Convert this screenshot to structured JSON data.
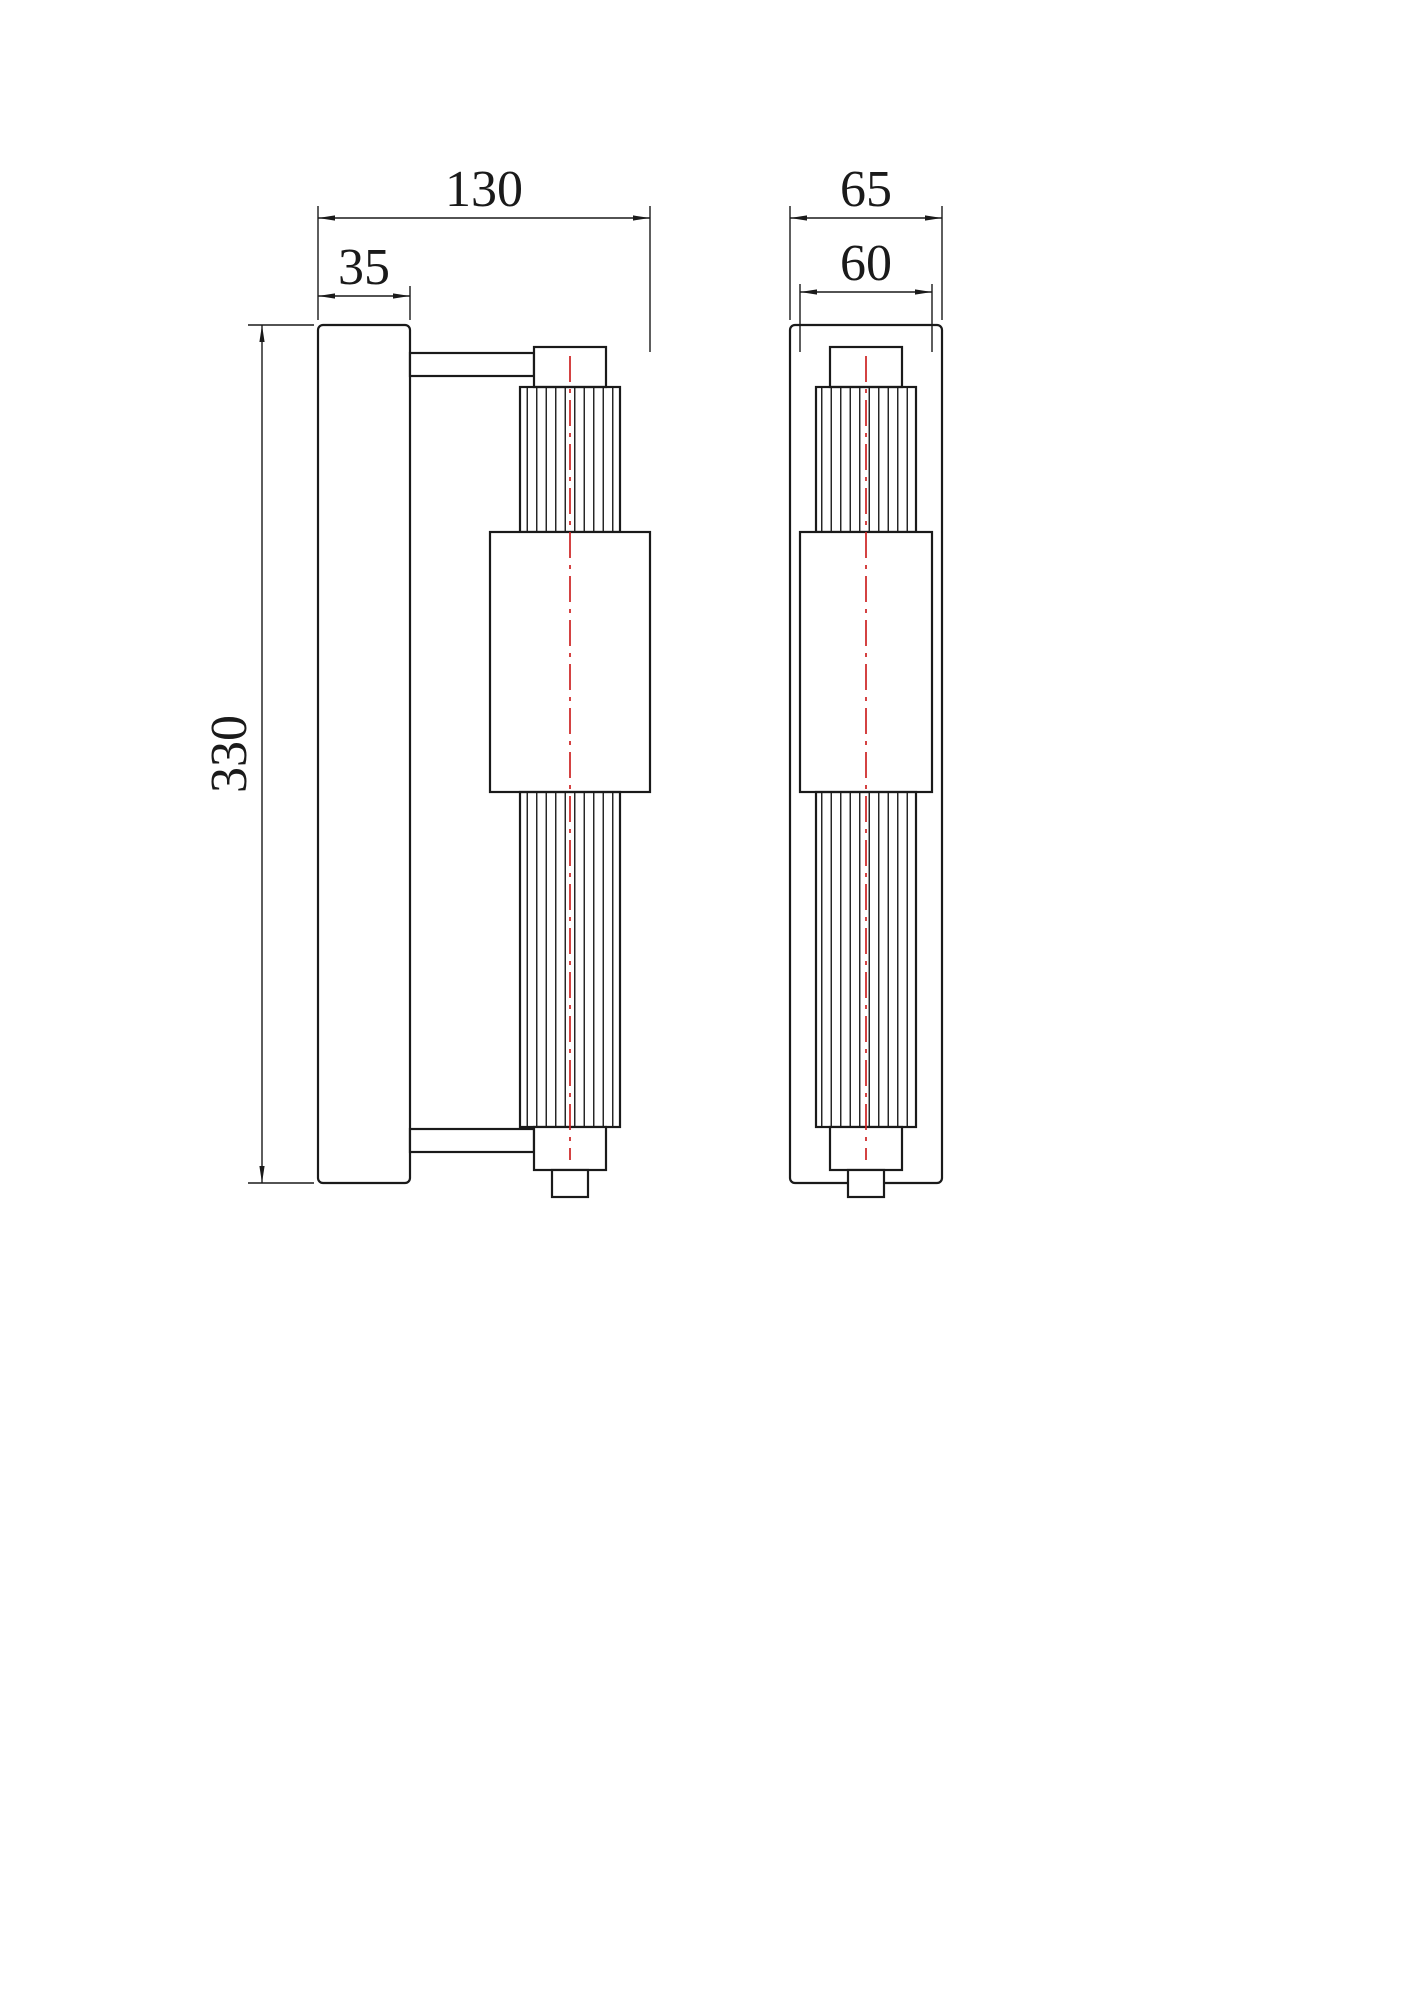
{
  "drawing": {
    "colors": {
      "line": "#1a1a1a",
      "centerline": "#cc2222",
      "background": "#ffffff"
    },
    "views": {
      "side": {
        "dims": {
          "overall_depth": "130",
          "plate_thickness": "35",
          "height": "330"
        }
      },
      "front": {
        "dims": {
          "overall_width": "65",
          "shade_width": "60"
        }
      }
    }
  }
}
